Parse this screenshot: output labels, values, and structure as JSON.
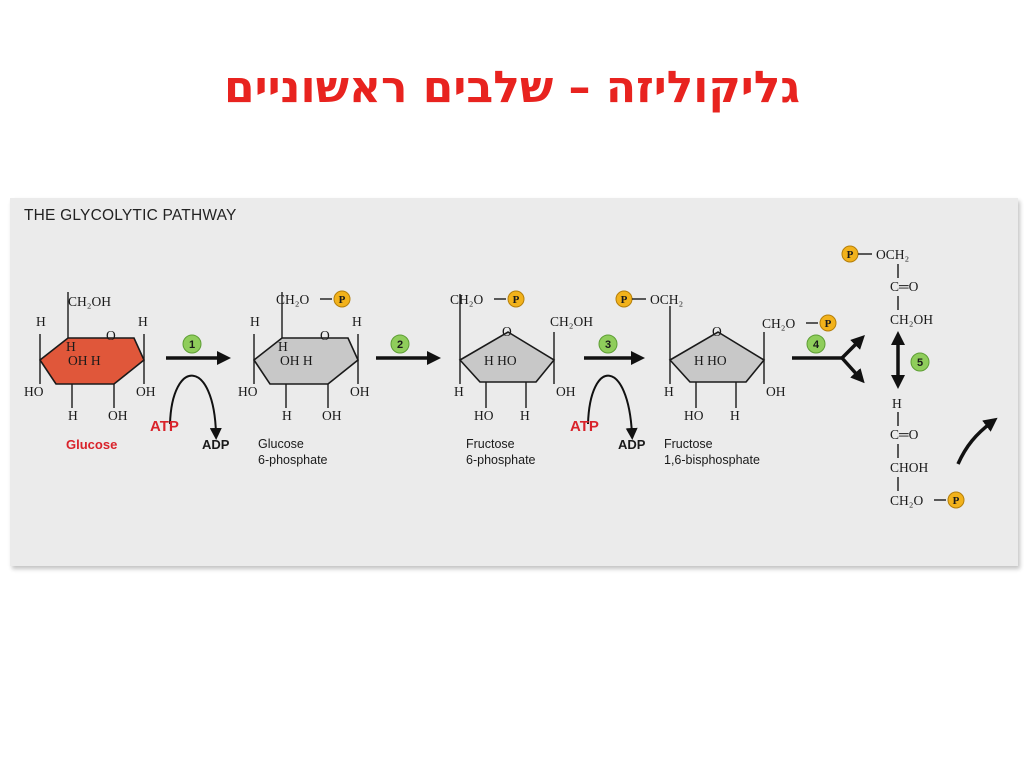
{
  "slide": {
    "title": "גליקוליזה – שלבים ראשוניים"
  },
  "diagram": {
    "heading": "THE GLYCOLYTIC PATHWAY",
    "phosphate_symbol": "P",
    "steps": [
      "1",
      "2",
      "3",
      "4",
      "5"
    ],
    "cofactors": {
      "atp": "ATP",
      "adp": "ADP"
    },
    "groups": {
      "ch2oh": "CH₂OH",
      "ch2o": "CH₂O",
      "och2": "OCH₂",
      "h": "H",
      "ho": "HO",
      "oh": "OH",
      "o": "O",
      "co": "C═O",
      "choh": "CHOH",
      "h_ho": "H  HO",
      "oh_h": "OH  H"
    },
    "compounds": {
      "glucose": "Glucose",
      "g6p_line1": "Glucose",
      "g6p_line2": "6-phosphate",
      "f6p_line1": "Fructose",
      "f6p_line2": "6-phosphate",
      "f16bp_line1": "Fructose",
      "f16bp_line2": "1,6-bisphosphate"
    }
  },
  "colors": {
    "title": "#e8231f",
    "glucose_ring": "#e0573a",
    "ring": "#c8c8c8",
    "phosphate": "#f2b21b",
    "step": "#8fcd5b",
    "atp": "#d9232b"
  }
}
